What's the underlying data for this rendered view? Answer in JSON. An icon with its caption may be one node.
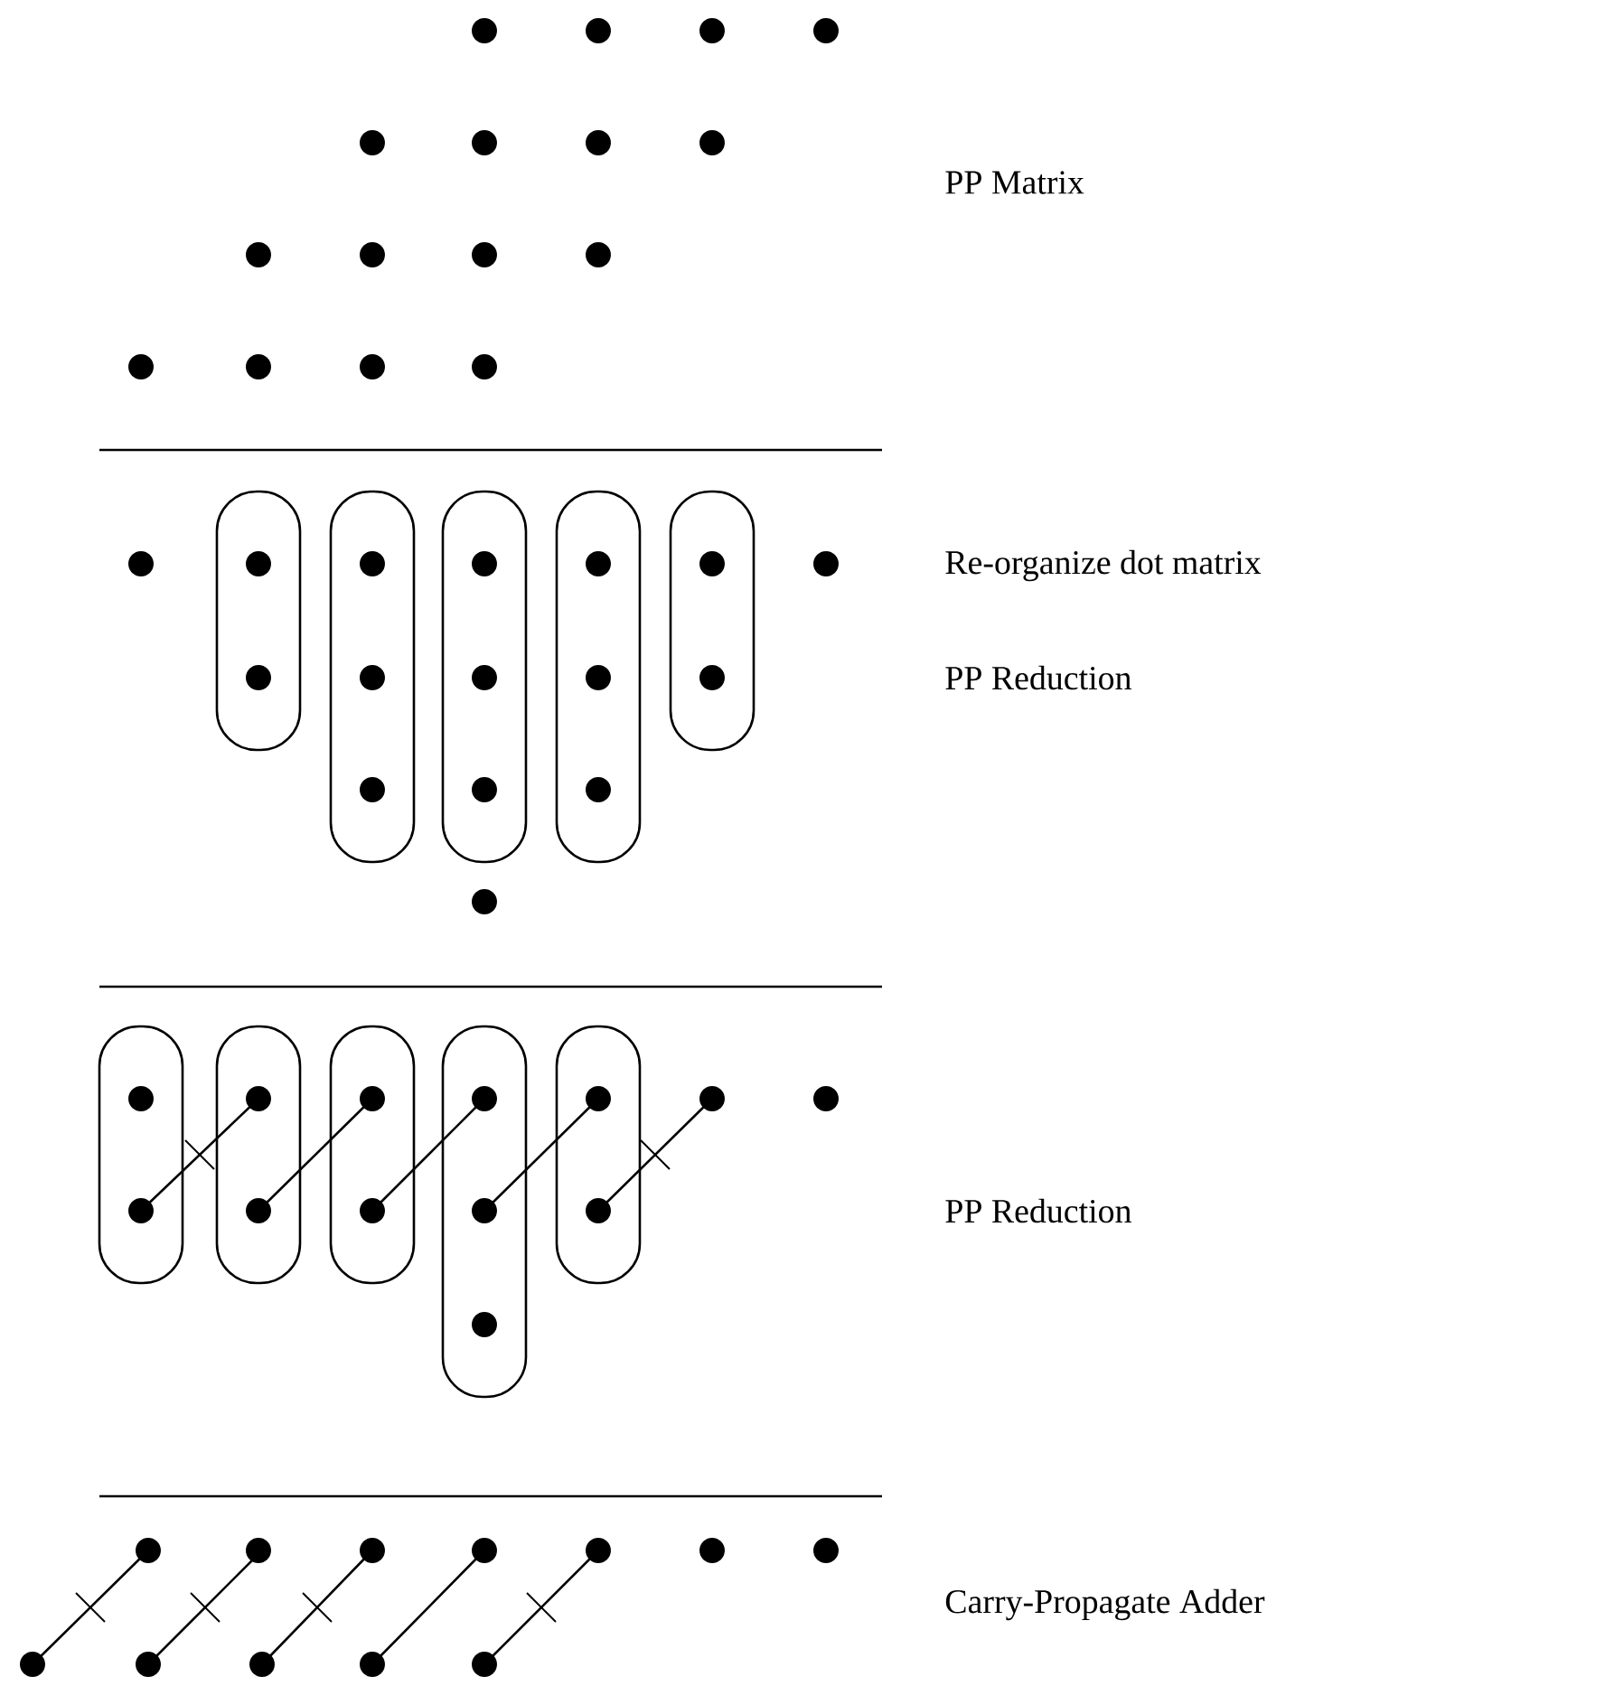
{
  "diagram": {
    "labels": [
      "PP Matrix",
      "Re-organize dot matrix",
      "PP Reduction",
      "PP Reduction",
      "Carry-Propagate Adder"
    ]
  }
}
